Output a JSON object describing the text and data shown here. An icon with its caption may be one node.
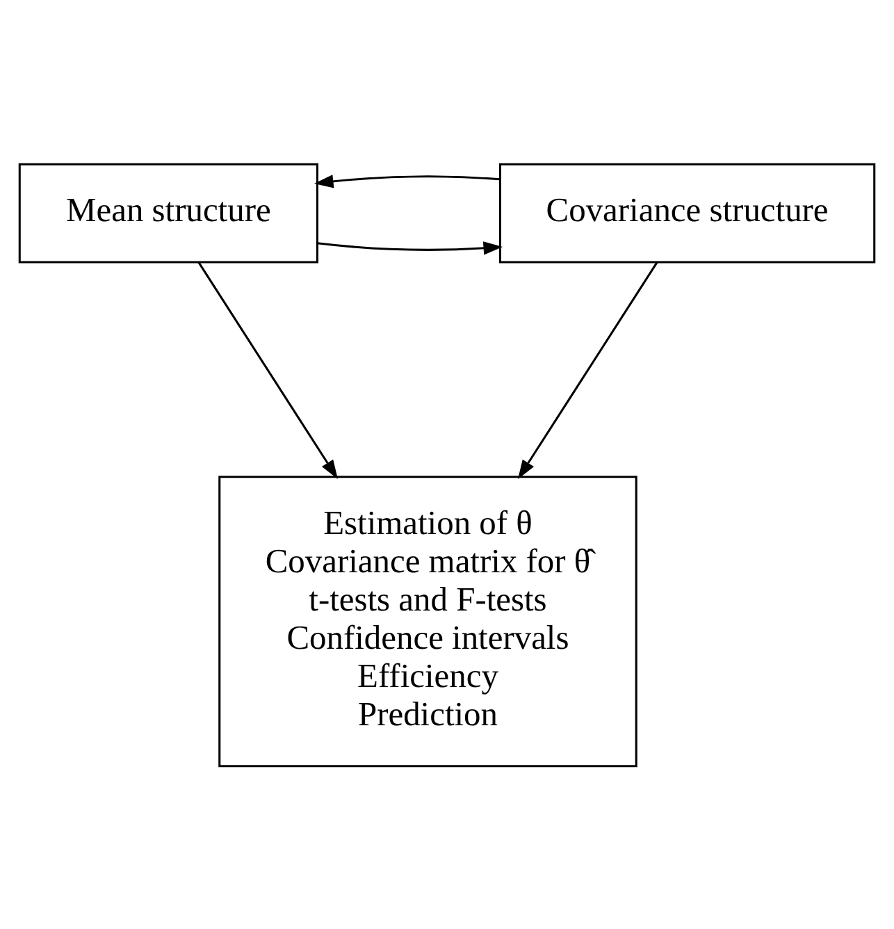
{
  "diagram": {
    "nodes": [
      {
        "text": [
          "Mean structure"
        ]
      },
      {
        "text": [
          "Covariance structure"
        ]
      },
      {
        "text": [
          "Estimation of θ",
          "Covariance matrix for θ̂",
          "t-tests and F-tests",
          "Confidence intervals",
          "Efficiency",
          "Prediction"
        ]
      }
    ],
    "edges": [
      {
        "from": 0,
        "to": 1,
        "arrow": "to"
      },
      {
        "from": 1,
        "to": 0,
        "arrow": "to"
      },
      {
        "from": 0,
        "to": 2,
        "arrow": "to"
      },
      {
        "from": 1,
        "to": 2,
        "arrow": "to"
      }
    ]
  }
}
